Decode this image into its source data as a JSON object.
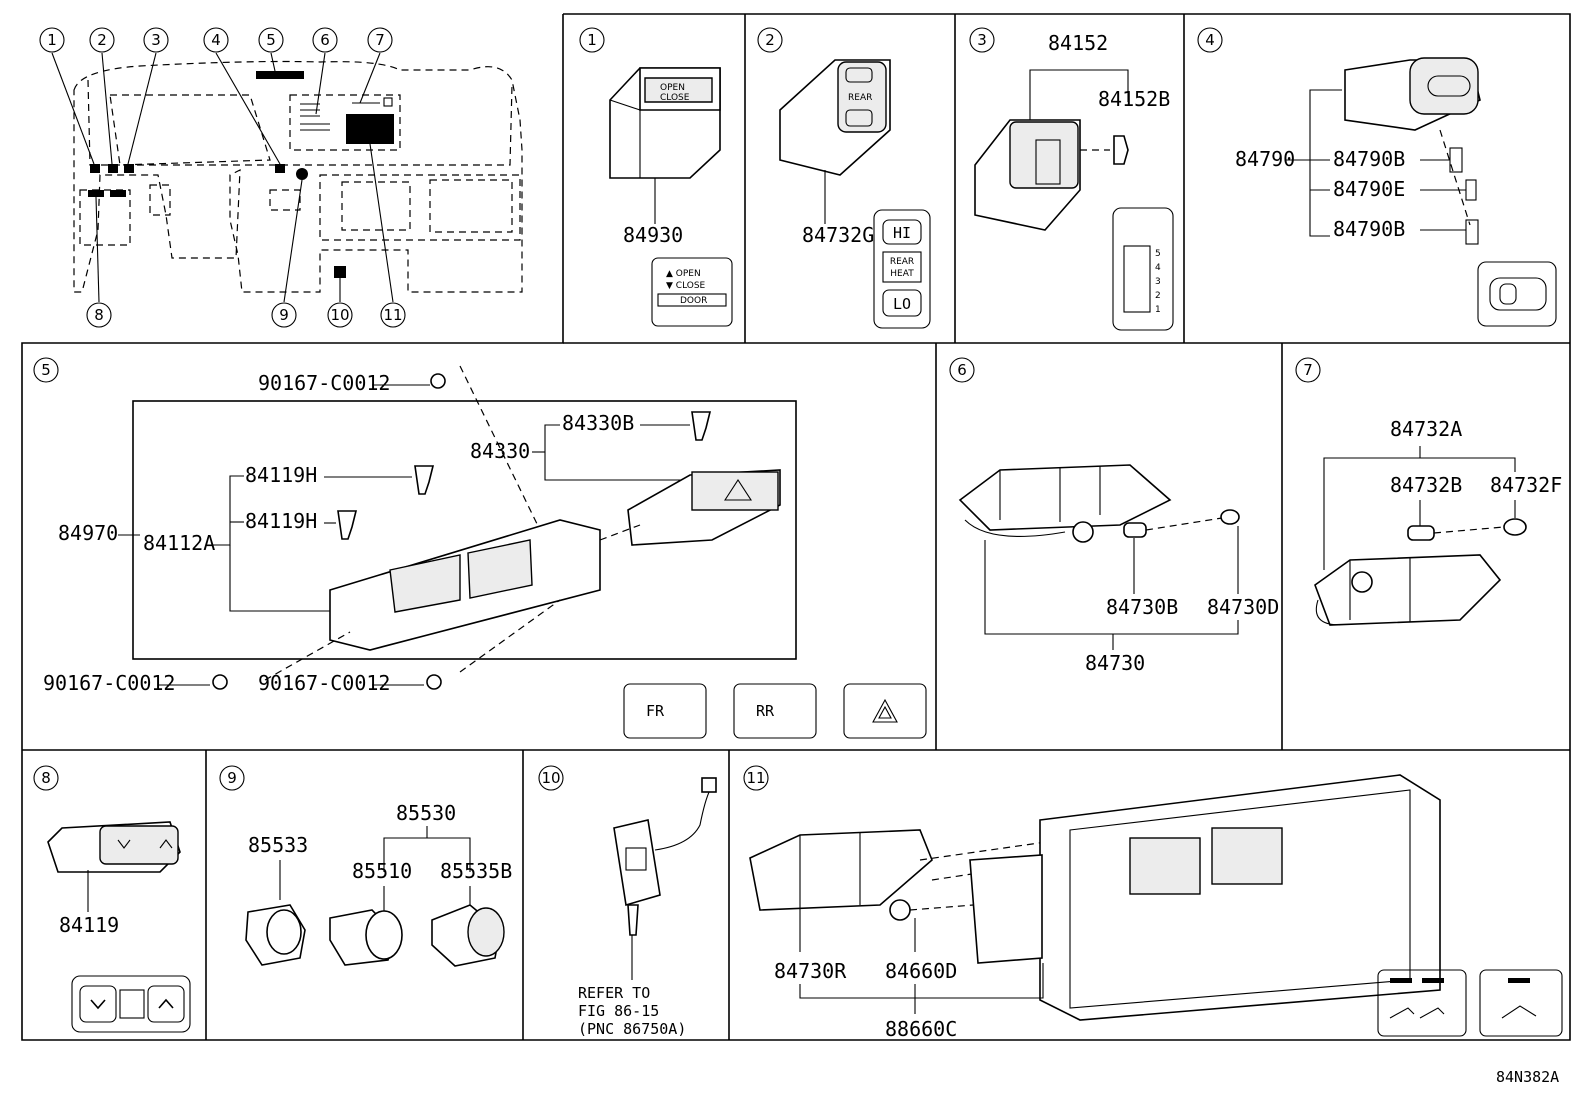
{
  "overview": {
    "callouts": [
      "1",
      "2",
      "3",
      "4",
      "5",
      "6",
      "7",
      "8",
      "9",
      "10",
      "11"
    ]
  },
  "panel1": {
    "num": "1",
    "part": "84930",
    "icon": [
      "▲ OPEN",
      "▼ CLOSE",
      "DOOR"
    ]
  },
  "panel2": {
    "num": "2",
    "part": "84732G",
    "icon": [
      "HI",
      "REAR",
      "HEAT",
      "LO"
    ]
  },
  "panel3": {
    "num": "3",
    "parts": [
      "84152",
      "84152B"
    ],
    "scale": [
      "5",
      "4",
      "3",
      "2",
      "1"
    ]
  },
  "panel4": {
    "num": "4",
    "parts": [
      "84790",
      "84790B",
      "84790E",
      "84790B"
    ]
  },
  "panel5": {
    "num": "5",
    "parts": [
      "90167-C0012",
      "84330B",
      "84330",
      "84119H",
      "84119H",
      "84970",
      "84112A",
      "90167-C0012",
      "90167-C0012"
    ],
    "icons": [
      "FR",
      "RR"
    ]
  },
  "panel6": {
    "num": "6",
    "parts": [
      "84730B",
      "84730D",
      "84730"
    ]
  },
  "panel7": {
    "num": "7",
    "parts": [
      "84732A",
      "84732B",
      "84732F"
    ]
  },
  "panel8": {
    "num": "8",
    "part": "84119"
  },
  "panel9": {
    "num": "9",
    "parts": [
      "85530",
      "85533",
      "85510",
      "85535B"
    ]
  },
  "panel10": {
    "num": "10",
    "ref": [
      "REFER TO",
      "FIG 86-15",
      "(PNC 86750A)"
    ]
  },
  "panel11": {
    "num": "11",
    "parts": [
      "84730R",
      "84660D",
      "88660C"
    ]
  },
  "figure_code": "84N382A"
}
